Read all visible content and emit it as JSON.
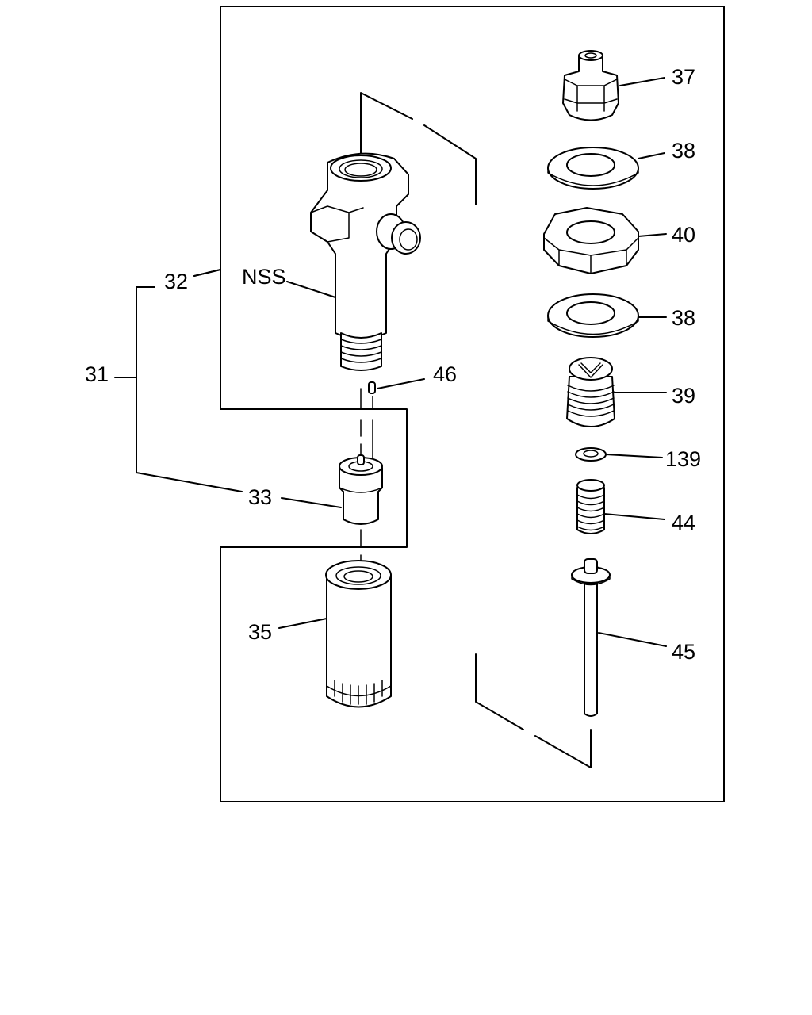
{
  "diagram": {
    "labels": {
      "l31": "31",
      "l32": "32",
      "l33": "33",
      "l35": "35",
      "nss": "NSS",
      "l46": "46",
      "l37": "37",
      "l38a": "38",
      "l40": "40",
      "l38b": "38",
      "l39": "39",
      "l139": "139",
      "l44": "44",
      "l45": "45"
    }
  }
}
